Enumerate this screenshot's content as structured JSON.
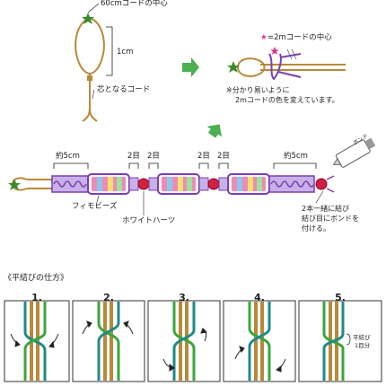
{
  "top": {
    "center60": "60cmコードの中心",
    "len1cm": "1cm",
    "coreCord": "芯となるコード",
    "center2m": "=2mコードの中心",
    "noteLine1": "※分かり易いように",
    "noteLine2": "2mコードの色を変えています。"
  },
  "middle": {
    "approx5cm_left": "約5cm",
    "approx5cm_right": "約5cm",
    "twice": [
      "2目",
      "2目",
      "2目",
      "2目"
    ],
    "fimoBeads": "フィモビーズ",
    "whiteHearts": "ホワイトハーツ",
    "tieLine1": "2本一緒に結び",
    "tieLine2": "結び目にボンドを",
    "tieLine3": "付ける。",
    "bondLabel": "ボンド"
  },
  "section": {
    "title": "《平結びの仕方》",
    "steps": [
      "1.",
      "2.",
      "3.",
      "4.",
      "5."
    ],
    "flatKnotLabel1": "平結び",
    "flatKnotLabel2": "1目分"
  },
  "colors": {
    "coreCord": "#b8893a",
    "green": "#3aa63c",
    "teal": "#1f8a8a",
    "purple": "#7a3fb0",
    "arrow": "#4caf50",
    "star": "#3a8a2a",
    "pinkStar": "#e0308a"
  }
}
